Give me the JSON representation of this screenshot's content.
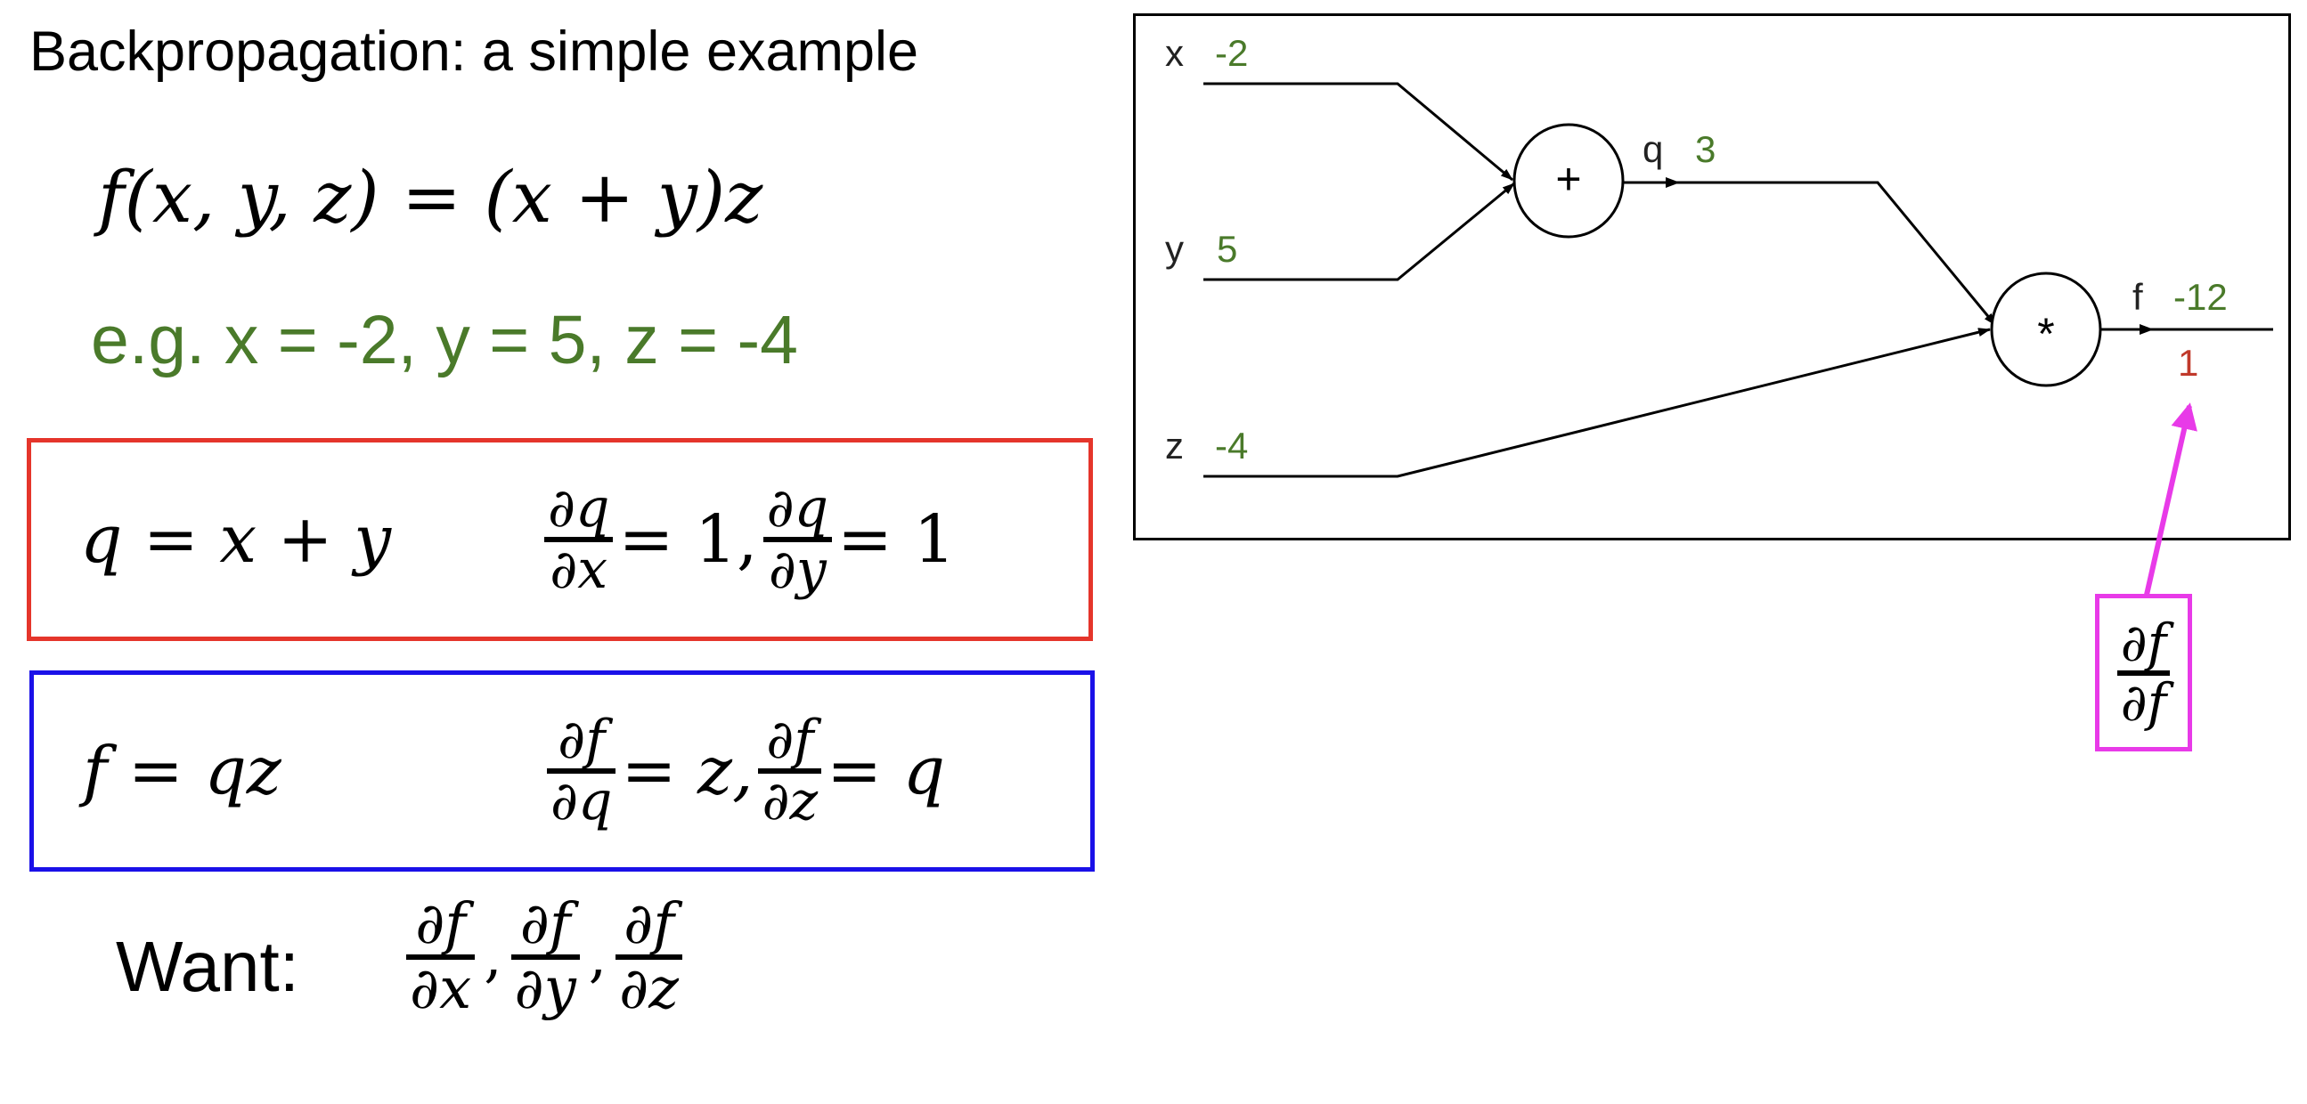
{
  "title": "Backpropagation: a simple example",
  "function_def": "f(x, y, z) = (x + y)z",
  "example": "e.g. x = -2, y = 5, z = -4",
  "red_box": {
    "equation": "q = x + y",
    "derivatives": [
      {
        "num": "∂q",
        "den": "∂x",
        "rhs": "= 1,"
      },
      {
        "num": "∂q",
        "den": "∂y",
        "rhs": "= 1"
      }
    ]
  },
  "blue_box": {
    "equation": "f = qz",
    "derivatives": [
      {
        "num": "∂f",
        "den": "∂q",
        "rhs": "= z,"
      },
      {
        "num": "∂f",
        "den": "∂z",
        "rhs": "= q"
      }
    ]
  },
  "want": {
    "label": "Want:",
    "fracs": [
      {
        "num": "∂f",
        "den": "∂x"
      },
      {
        "num": "∂f",
        "den": "∂y"
      },
      {
        "num": "∂f",
        "den": "∂z"
      }
    ],
    "separator": ","
  },
  "graph": {
    "inputs": [
      {
        "name": "x",
        "value": "-2"
      },
      {
        "name": "y",
        "value": "5"
      },
      {
        "name": "z",
        "value": "-4"
      }
    ],
    "nodes": [
      {
        "op": "+",
        "output_name": "q",
        "output_value": "3"
      },
      {
        "op": "*",
        "output_name": "f",
        "output_value": "-12",
        "gradient": "1"
      }
    ],
    "annotation": {
      "num": "∂f",
      "den": "∂f"
    }
  },
  "colors": {
    "value_green": "#4a7a2a",
    "gradient_red": "#c0392b",
    "red_box": "#e5352b",
    "blue_box": "#1a10e8",
    "magenta": "#e83ae8"
  }
}
